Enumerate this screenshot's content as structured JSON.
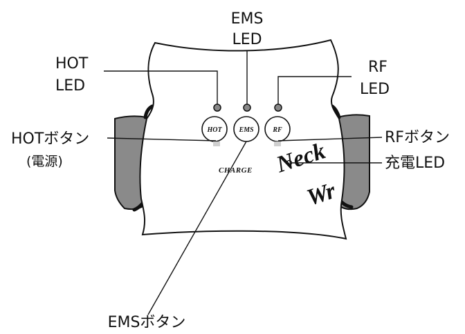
{
  "labels": {
    "ems_led_line1": "EMS",
    "ems_led_line2": "LED",
    "hot_led_line1": "HOT",
    "hot_led_line2": "LED",
    "rf_led_line1": "RF",
    "rf_led_line2": "LED",
    "hot_button": "HOTボタン",
    "hot_button_note": "(電源)",
    "rf_button": "RFボタン",
    "charge_led": "充電LED",
    "ems_button": "EMSボタン"
  },
  "device": {
    "hot_button_text": "HOT",
    "ems_button_text": "EMS",
    "rf_button_text": "RF",
    "charge_text": "CHARGE",
    "brand_line1": "Neck",
    "brand_line2": "Wr"
  },
  "colors": {
    "led": "#888888",
    "pad": "#8a8a8a",
    "outline": "#111111"
  }
}
